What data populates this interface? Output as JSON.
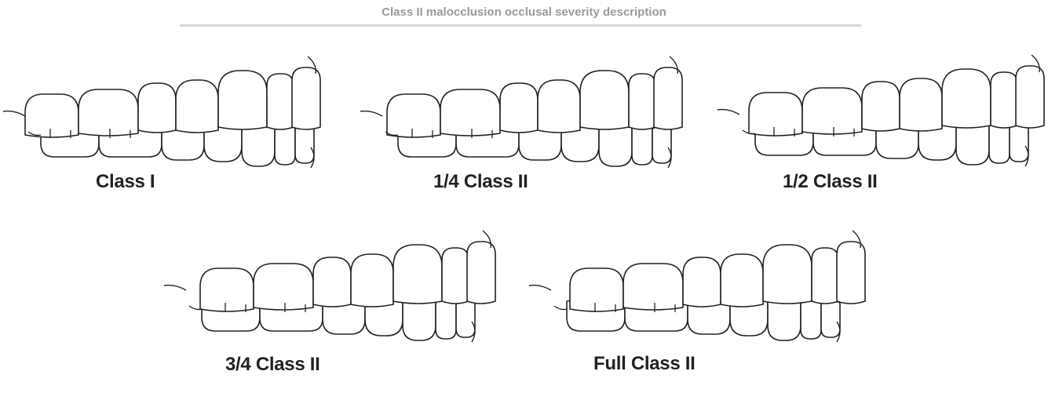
{
  "title": "Class II malocclusion occlusal severity description",
  "panels": [
    {
      "label": "Class I"
    },
    {
      "label": "1/4 Class II"
    },
    {
      "label": "1/2 Class II"
    },
    {
      "label": "3/4 Class II"
    },
    {
      "label": "Full Class II"
    }
  ]
}
